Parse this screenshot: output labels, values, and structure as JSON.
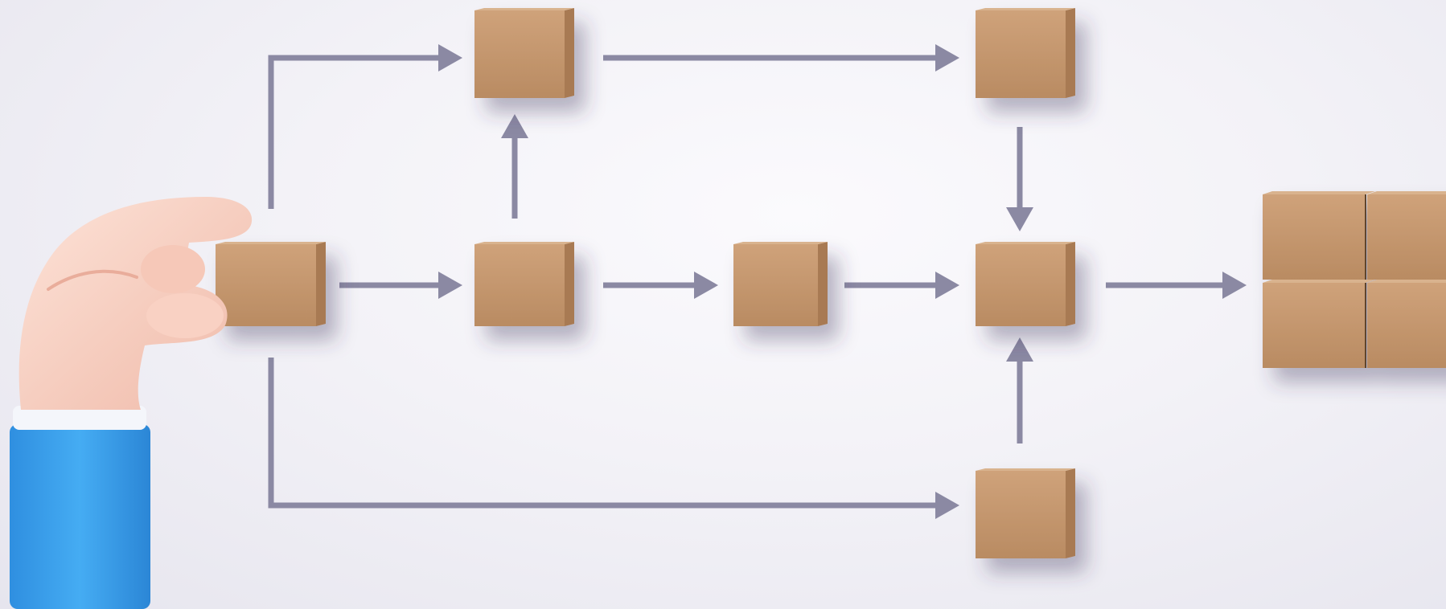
{
  "scene": {
    "description_colors": {
      "background": "#f1f0f5",
      "arrow": "#8b89a3",
      "block_face": "#c89b72",
      "block_side": "#a87a52",
      "block_top": "#d9b38e",
      "sleeve": "#3aa0ee",
      "cuff": "#f4f6fb",
      "skin": "#f9d3c6"
    },
    "blocks": [
      {
        "id": "start",
        "label": ""
      },
      {
        "id": "mid-1",
        "label": ""
      },
      {
        "id": "top-1",
        "label": ""
      },
      {
        "id": "top-2",
        "label": ""
      },
      {
        "id": "mid-2",
        "label": ""
      },
      {
        "id": "mid-3",
        "label": ""
      },
      {
        "id": "bottom-1",
        "label": ""
      },
      {
        "id": "result-grid",
        "label": ""
      }
    ],
    "icons": [
      "hand-icon",
      "arrow-icon",
      "cube-icon"
    ]
  }
}
